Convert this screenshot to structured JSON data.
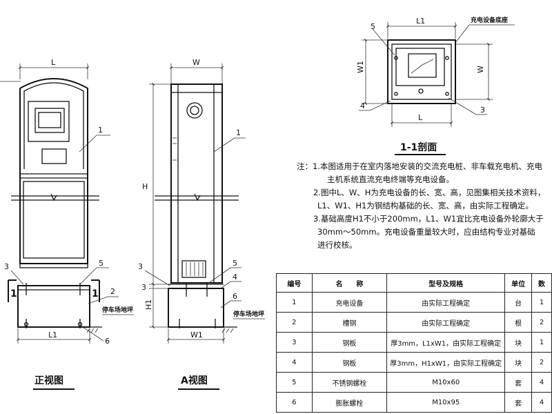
{
  "views": {
    "front": {
      "caption": "正视图",
      "dim_width": "L",
      "dim_base": "L1",
      "callout_1": "1",
      "callout_2": "2",
      "callout_3": "3",
      "callout_5": "5",
      "callout_6": "6",
      "section_left": "1",
      "section_right": "1",
      "ground_label": "停车场地坪"
    },
    "side": {
      "caption": "A视图",
      "dim_width": "W",
      "dim_base": "W1",
      "dim_height": "H",
      "dim_base_height": "H1",
      "dim_plate": "3",
      "callout_1": "1",
      "callout_3": "3",
      "callout_4": "4",
      "callout_5": "5",
      "callout_6": "6",
      "ground_label": "停车场地坪"
    },
    "section": {
      "caption": "1-1剖面",
      "dim_top": "L1",
      "dim_left": "W1",
      "dim_right": "W",
      "dim_bottom": "L",
      "equipment_label": "充电设备底座",
      "callout_3": "3",
      "callout_4": "4",
      "callout_5": "5"
    }
  },
  "notes": [
    "注：1.本图适用于在室内落地安装的交流充电桩、非车载充电机、充电",
    "主机系统直流充电终端等充电设备。",
    "2.图中L、W、H为充电设备的长、宽、高，见图集相关技术资料，",
    "L1、W1、H1为钢结构基础的长、宽、高，由实际工程确定。",
    "3.基础高度H1不小于200mm，L1、W1宜比充电设备外轮廓大于",
    "30mm～50mm。充电设备重量较大时，应由结构专业对基础",
    "进行校核。"
  ],
  "table": {
    "headers": [
      "编号",
      "名　　称",
      "型号及规格",
      "单位",
      "数"
    ],
    "rows": [
      [
        "1",
        "充电设备",
        "由实际工程确定",
        "台",
        "1"
      ],
      [
        "2",
        "槽钢",
        "由实际工程确定",
        "根",
        "2"
      ],
      [
        "3",
        "钢板",
        "厚3mm，L1xW1，由实际工程确定",
        "块",
        "1"
      ],
      [
        "4",
        "钢板",
        "厚3mm，H1xW1，由实际工程确定",
        "块",
        "2"
      ],
      [
        "5",
        "不锈钢螺栓",
        "M10x60",
        "套",
        "4"
      ],
      [
        "6",
        "膨胀螺栓",
        "M10x95",
        "套",
        "4"
      ]
    ]
  }
}
